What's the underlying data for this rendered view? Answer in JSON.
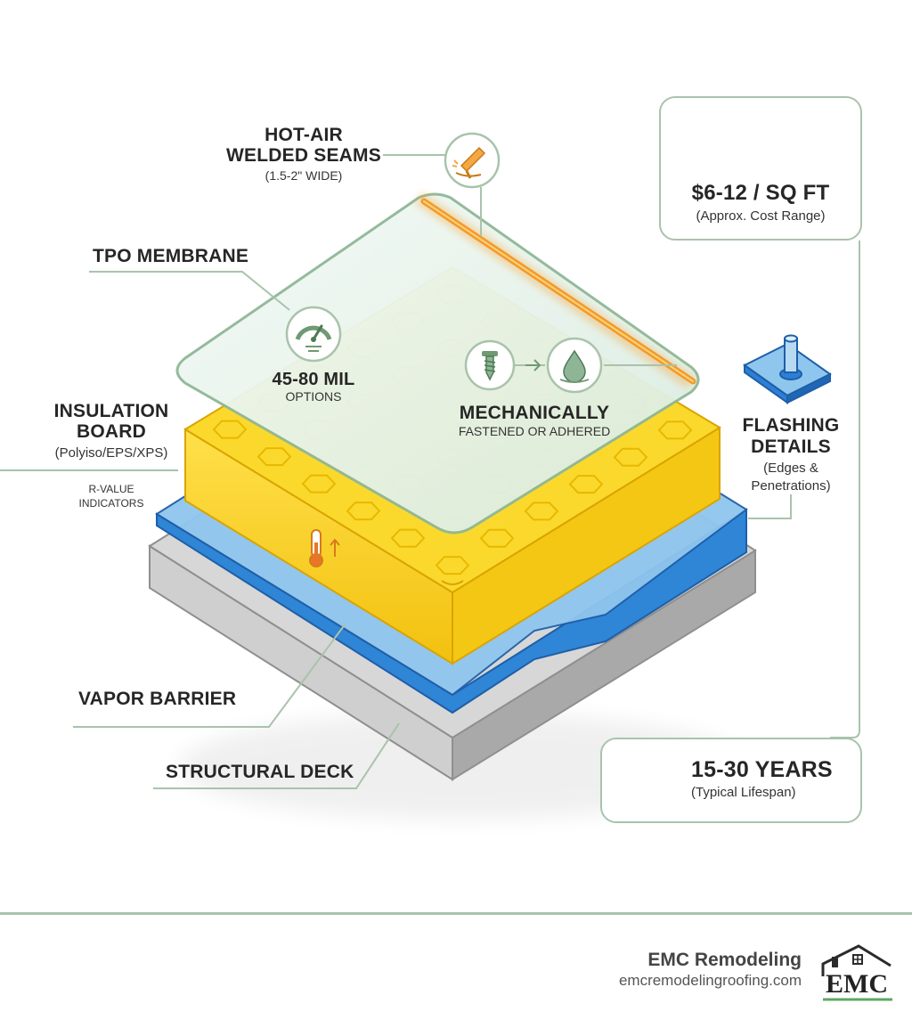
{
  "labels": {
    "seams_title_1": "HOT-AIR",
    "seams_title_2": "WELDED SEAMS",
    "seams_sub": "(1.5-2\" WIDE)",
    "tpo_title": "TPO MEMBRANE",
    "mil_title": "45-80 MIL",
    "mil_sub": "OPTIONS",
    "mech_title": "MECHANICALLY",
    "mech_sub": "FASTENED OR ADHERED",
    "insulation_title_1": "INSULATION",
    "insulation_title_2": "BOARD",
    "insulation_sub": "(Polyiso/EPS/XPS)",
    "rvalue_1": "R-VALUE",
    "rvalue_2": "INDICATORS",
    "flashing_title_1": "FLASHING",
    "flashing_title_2": "DETAILS",
    "flashing_sub_1": "(Edges &",
    "flashing_sub_2": "Penetrations)",
    "vapor_title": "VAPOR BARRIER",
    "deck_title": "STRUCTURAL DECK"
  },
  "cost_card": {
    "title": "$6-12 / SQ FT",
    "sub": "(Approx. Cost Range)"
  },
  "lifespan_card": {
    "title": "15-30 YEARS",
    "sub": "(Typical Lifespan)"
  },
  "footer": {
    "company": "EMC Remodeling",
    "website": "emcremodelingroofing.com",
    "logo_text": "EMC"
  },
  "colors": {
    "accent_green": "#a9c3ab",
    "icon_green": "#6f9a73",
    "membrane": "#e6f2ea",
    "insulation": "#f7d21e",
    "vapor_barrier": "#4d9de0",
    "deck": "#b5b5b5",
    "seam_glow": "#f6a233",
    "flashing_blue": "#2d7fd6"
  },
  "icons": [
    "welding-gun-icon",
    "gauge-icon",
    "screw-icon",
    "adhesive-drop-icon",
    "thermometer-icon",
    "flashing-icon",
    "dollar-cycle-icon",
    "clock-calendar-icon",
    "house-logo-icon"
  ]
}
